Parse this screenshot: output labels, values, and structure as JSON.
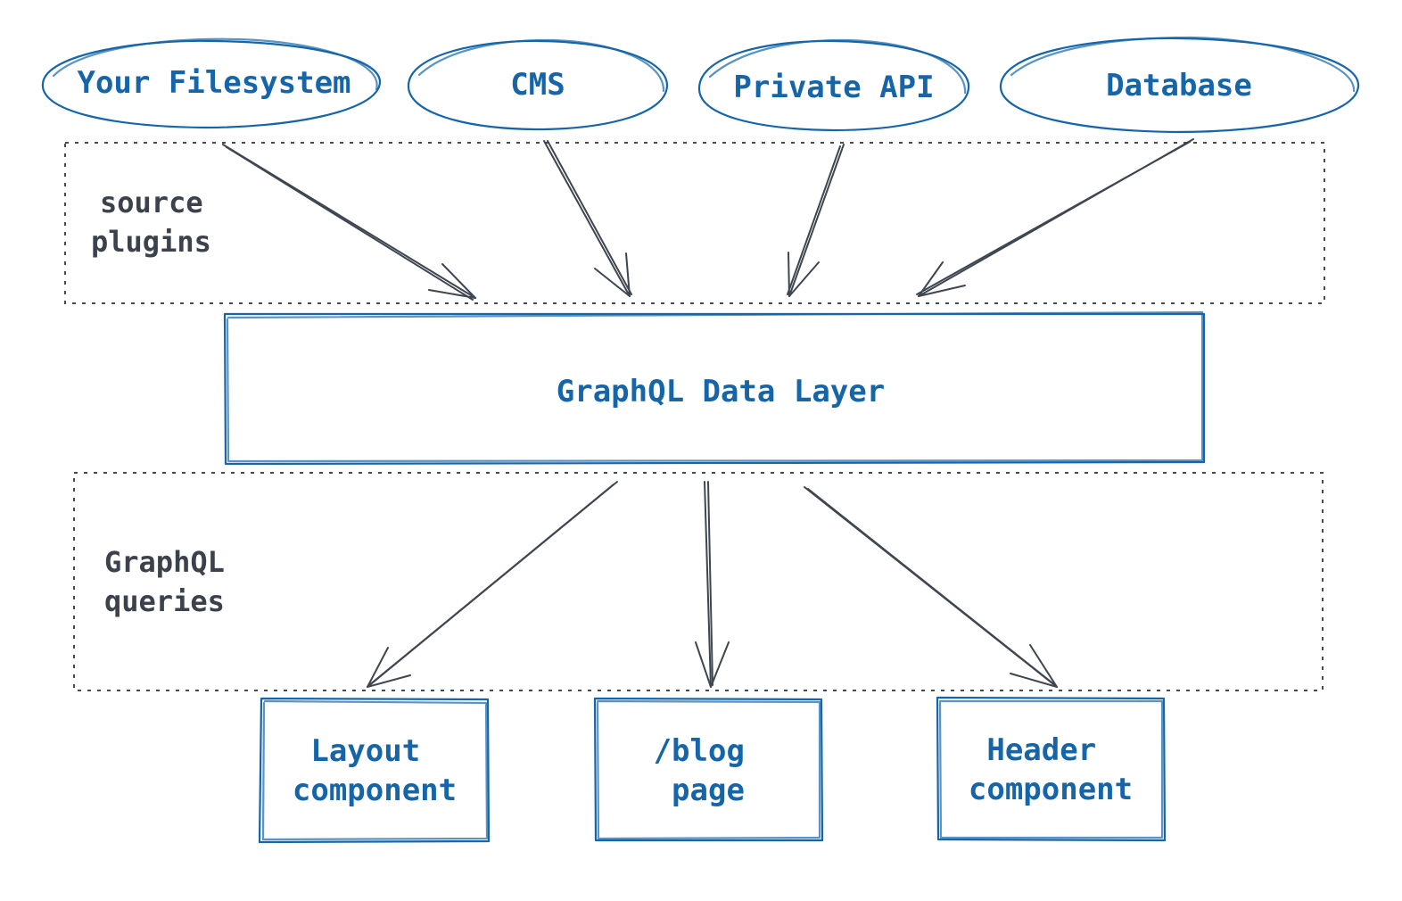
{
  "sources": [
    {
      "id": "filesystem",
      "label": "Your Filesystem"
    },
    {
      "id": "cms",
      "label": "CMS"
    },
    {
      "id": "private-api",
      "label": "Private API"
    },
    {
      "id": "database",
      "label": "Database"
    }
  ],
  "source_plugins": {
    "lines": [
      "source",
      "plugins"
    ]
  },
  "data_layer": {
    "label": "GraphQL Data Layer"
  },
  "graphql_queries": {
    "lines": [
      "GraphQL",
      "queries"
    ]
  },
  "consumers": [
    {
      "id": "layout",
      "lines": [
        "Layout",
        "component"
      ]
    },
    {
      "id": "blog",
      "lines": [
        "/blog",
        "page"
      ]
    },
    {
      "id": "header",
      "lines": [
        "Header",
        "component"
      ]
    }
  ],
  "colors": {
    "accent": "#1565a8",
    "annotation": "#3b424b",
    "arrow": "#3e4650"
  }
}
